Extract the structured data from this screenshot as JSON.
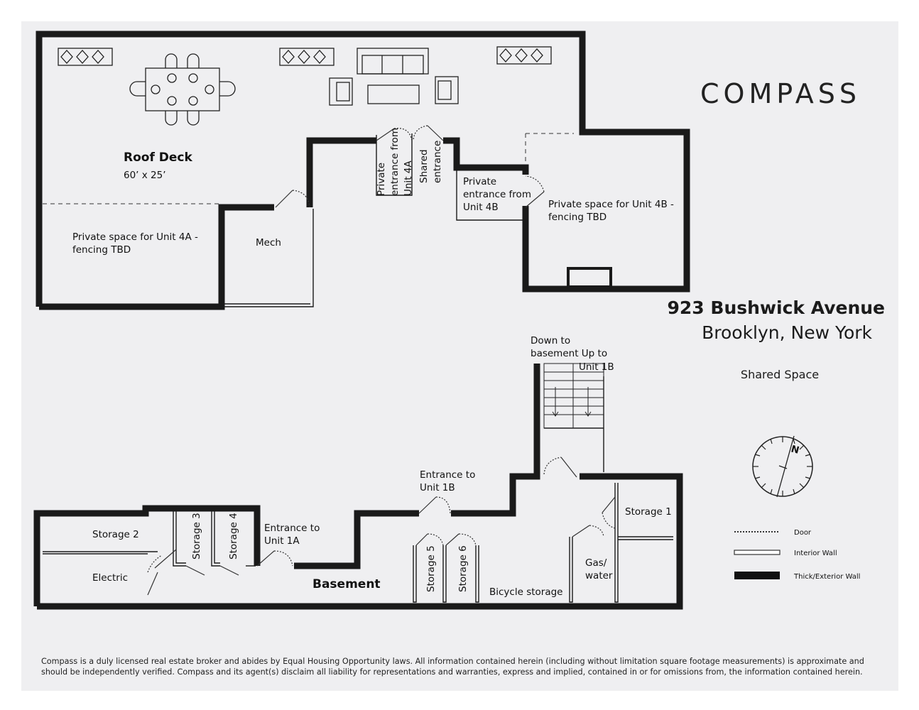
{
  "brand": "COMPASS",
  "address": {
    "street": "923 Bushwick Avenue",
    "city": "Brooklyn, New York",
    "subtitle": "Shared Space"
  },
  "compass_letter": "N",
  "roof": {
    "title": "Roof Deck",
    "size": "60’ x 25’",
    "unit4a_space": [
      "Private space for Unit 4A -",
      "fencing TBD"
    ],
    "mech": "Mech",
    "private_entrance_4a": [
      "Private",
      "entrance from",
      "Unit 4A"
    ],
    "shared_entrance": [
      "Shared",
      "entrance"
    ],
    "private_entrance_4b": [
      "Private",
      "entrance from",
      "Unit 4B"
    ],
    "unit4b_space": [
      "Private space for Unit 4B -",
      "fencing TBD"
    ]
  },
  "basement": {
    "title": "Basement",
    "storage2": "Storage 2",
    "electric": "Electric",
    "storage3": "Storage 3",
    "storage4": "Storage 4",
    "entrance_1a": [
      "Entrance to",
      "Unit 1A"
    ],
    "entrance_1b": [
      "Entrance to",
      "Unit 1B"
    ],
    "storage5": "Storage 5",
    "storage6": "Storage 6",
    "bicycle": "Bicycle storage",
    "gas_water": [
      "Gas/",
      "water"
    ],
    "storage1": "Storage 1",
    "stairs": [
      "Down to",
      "basement Up to",
      "Unit 1B"
    ]
  },
  "legend": {
    "door": "Door",
    "interior": "Interior Wall",
    "exterior": "Thick/Exterior Wall"
  },
  "disclaimer": "Compass is a duly licensed real estate broker and abides by Equal Housing Opportunity laws. All information contained herein (including without limitation square footage measurements) is approximate and should be independently verified. Compass and its agent(s) disclaim all liability for representations and warranties, express and implied, contained in or for omissions from, the information contained herein."
}
